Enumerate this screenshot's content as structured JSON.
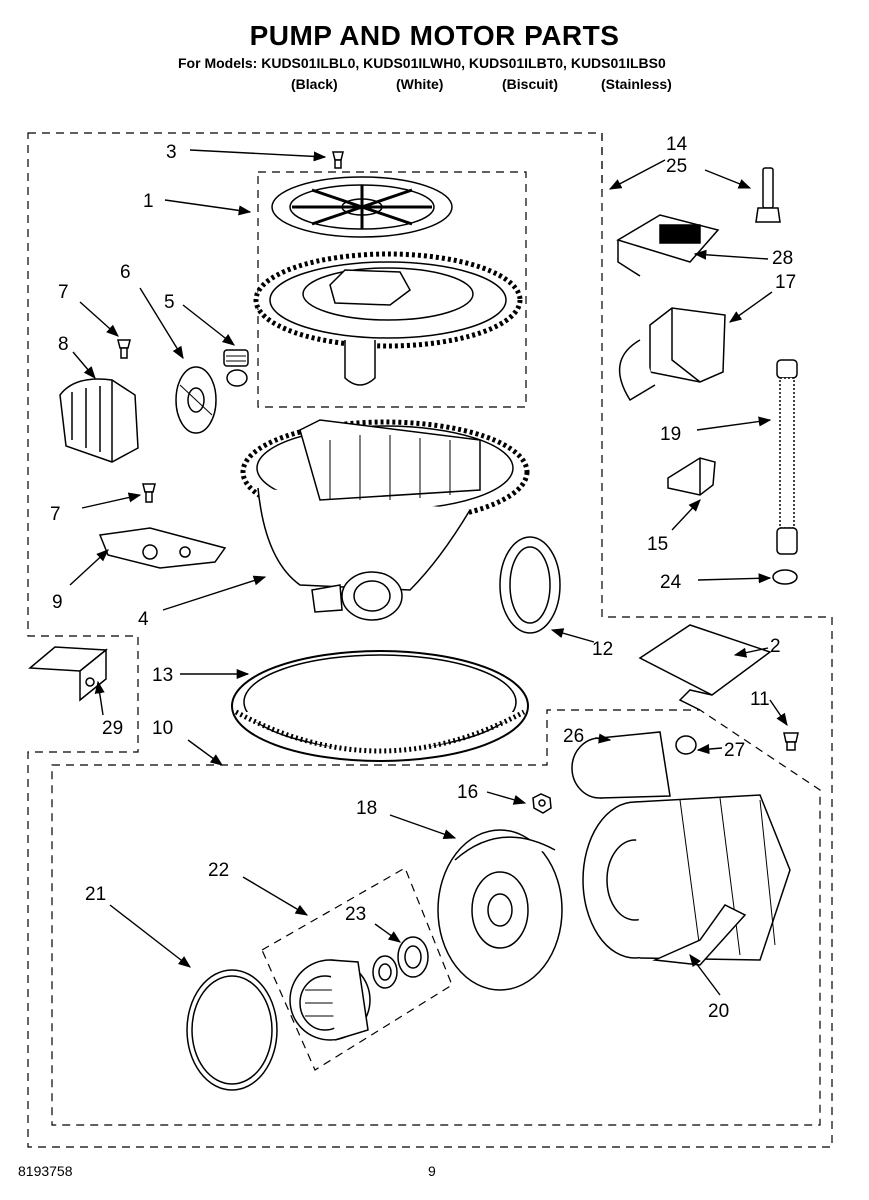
{
  "page": {
    "title": "PUMP AND MOTOR PARTS",
    "models_line": "For Models: KUDS01ILBL0, KUDS01ILWH0, KUDS01ILBT0, KUDS01ILBS0",
    "colors": [
      "(Black)",
      "(White)",
      "(Biscuit)",
      "(Stainless)"
    ],
    "doc_number": "8193758",
    "page_number": "9"
  },
  "callouts": {
    "c1": "1",
    "c2": "2",
    "c3": "3",
    "c4": "4",
    "c5": "5",
    "c6": "6",
    "c7a": "7",
    "c7b": "7",
    "c8": "8",
    "c9": "9",
    "c10": "10",
    "c11": "11",
    "c12": "12",
    "c13": "13",
    "c14": "14",
    "c15": "15",
    "c16": "16",
    "c17": "17",
    "c18": "18",
    "c19": "19",
    "c20": "20",
    "c21": "21",
    "c22": "22",
    "c23": "23",
    "c24": "24",
    "c25": "25",
    "c26": "26",
    "c27": "27",
    "c28": "28",
    "c29": "29"
  }
}
